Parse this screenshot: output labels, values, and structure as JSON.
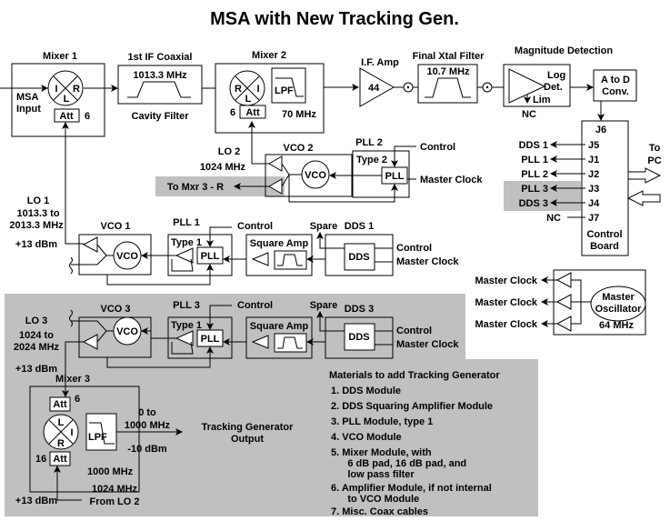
{
  "title": "MSA with New Tracking Gen.",
  "colors": {
    "highlight": "#c0c0c0",
    "line": "#000000",
    "background": "#ffffff"
  },
  "mixer1": {
    "label": "Mixer 1",
    "ports": [
      "I",
      "R",
      "L"
    ],
    "att": "Att",
    "att_value": "6",
    "input": [
      "MSA",
      "Input"
    ]
  },
  "cavity": {
    "title": "1st IF Coaxial",
    "freq": "1013.3 MHz",
    "caption": "Cavity Filter"
  },
  "mixer2": {
    "label": "Mixer 2",
    "ports": [
      "R",
      "I",
      "L"
    ],
    "lpf": "LPF",
    "att": "Att",
    "att_value": "6",
    "freq": "70 MHz"
  },
  "if_amp": {
    "label": "I.F. Amp",
    "gain": "44"
  },
  "xtal": {
    "label": "Final Xtal Filter",
    "freq": "10.7 MHz"
  },
  "mag": {
    "label": "Magnitude Detection",
    "log": "Log",
    "det": "Det.",
    "lim": "Lim",
    "nc": "NC"
  },
  "adc": {
    "line1": "A to D",
    "line2": "Conv."
  },
  "control_board": {
    "j6": "J6",
    "ports": [
      {
        "pin": "J5",
        "dest": "DDS 1"
      },
      {
        "pin": "J1",
        "dest": "PLL 1"
      },
      {
        "pin": "J2",
        "dest": "PLL 2"
      },
      {
        "pin": "J3",
        "dest": "PLL 3"
      },
      {
        "pin": "J4",
        "dest": "DDS 3"
      },
      {
        "pin": "J7",
        "dest": "NC"
      }
    ],
    "label1": "Control",
    "label2": "Board",
    "to": "To",
    "pc": "PC"
  },
  "lo2": {
    "label": "LO 2",
    "freq": "1024 MHz",
    "vco_label": "VCO 2",
    "vco": "VCO",
    "to_mxr3": "To Mxr 3 - R"
  },
  "pll2": {
    "label": "PLL 2",
    "type": "Type 2",
    "pll": "PLL",
    "control": "Control",
    "clock": "Master Clock"
  },
  "lo1": {
    "label": "LO 1",
    "range1": "1013.3 to",
    "range2": "2013.3 MHz",
    "power": "+13 dBm"
  },
  "row1": {
    "vco_label": "VCO 1",
    "vco": "VCO",
    "pll_label": "PLL 1",
    "type": "Type 1",
    "pll": "PLL",
    "control": "Control",
    "square_amp": "Square Amp",
    "spare": "Spare",
    "dds_label": "DDS 1",
    "dds": "DDS",
    "dds_control": "Control",
    "clock": "Master Clock"
  },
  "row3": {
    "vco_label": "VCO 3",
    "vco": "VCO",
    "pll_label": "PLL 3",
    "type": "Type 1",
    "pll": "PLL",
    "control": "Control",
    "square_amp": "Square Amp",
    "spare": "Spare",
    "dds_label": "DDS 3",
    "dds": "DDS",
    "dds_control": "Control",
    "clock": "Master Clock"
  },
  "lo3": {
    "label": "LO 3",
    "range1": "1024 to",
    "range2": "2024 MHz",
    "power": "+13 dBm"
  },
  "master_osc": {
    "outputs": [
      "Master Clock",
      "Master Clock",
      "Master Clock"
    ],
    "line1": "Master",
    "line2": "Oscillator",
    "freq": "64 MHz"
  },
  "mixer3": {
    "label": "Mixer 3",
    "ports": [
      "L",
      "I",
      "R"
    ],
    "att": "Att",
    "att_top": "6",
    "att_bottom": "16",
    "lpf": "LPF",
    "freq": "1000 MHz",
    "out1": "0 to",
    "out2": "1000 MHz",
    "out_power": "-10 dBm",
    "lo_power": "+13 dBm",
    "lo_freq": "1024 MHz",
    "lo_src": "From LO 2"
  },
  "tg_output": {
    "line1": "Tracking Generator",
    "line2": "Output"
  },
  "materials": {
    "heading": "Materials to add Tracking Generator",
    "lines": [
      "1.  DDS Module",
      "2.  DDS Squaring Amplifier Module",
      "3.  PLL Module, type 1",
      "4.  VCO Module",
      "5.  Mixer Module, with",
      "      6 dB pad, 16 dB pad, and",
      "      low pass filter",
      "6.  Amplifier Module, if not internal",
      "      to VCO Module",
      "7.  Misc. Coax cables"
    ]
  }
}
